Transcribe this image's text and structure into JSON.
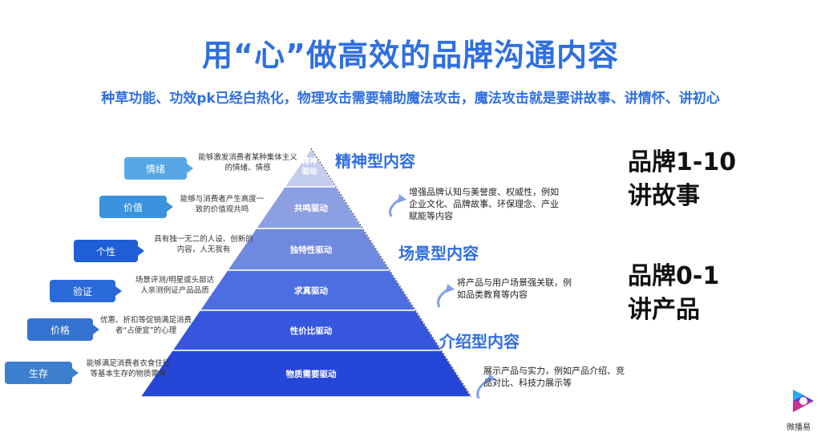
{
  "title": "用“心”做高效的品牌沟通内容",
  "subtitle": "种草功能、功效pk已经白热化，物理攻击需要辅助魔法攻击，魔法攻击就是要讲故事、讲情怀、讲初心",
  "levels": [
    {
      "label": "精神\n驱动",
      "tag": "情绪",
      "desc": "能够激发消费者某种集体主义的情绪、情感"
    },
    {
      "label": "共鸣驱动",
      "tag": "价值",
      "desc": "能够与消费者产生高度一致的价值观共鸣"
    },
    {
      "label": "独特性驱动",
      "tag": "个性",
      "desc": "具有独一无二的人设、创新的内容，人无我有"
    },
    {
      "label": "求真驱动",
      "tag": "验证",
      "desc": "场景评测/明星或头部达人亲测例证产品品质"
    },
    {
      "label": "性价比驱动",
      "tag": "价格",
      "desc": "优惠、折扣等促销满足消费者“占便宜”的心理"
    },
    {
      "label": "物质需要驱动",
      "tag": "生存",
      "desc": "能够满足消费者衣食住行等基本生存的物质需求"
    }
  ],
  "categories": [
    {
      "head": "精神型内容",
      "desc": "增强品牌认知与美誉度、权威性，例如企业文化、品牌故事、环保理念、产业赋能等内容"
    },
    {
      "head": "场景型内容",
      "desc": "将产品与用户场景强关联，例如品类教育等内容"
    },
    {
      "head": "介绍型内容",
      "desc": "展示产品与实力，例如产品介绍、竞品对比、科技力展示等"
    }
  ],
  "right_top": {
    "line1": "品牌1-10",
    "line2": "讲故事"
  },
  "right_bottom": {
    "line1": "品牌0-1",
    "line2": "讲产品"
  },
  "logo": "微播易",
  "colors": {
    "title": "#2f6fe0",
    "tiers": [
      "#c3cdee",
      "#8aa0e3",
      "#6f88e0",
      "#4d6ee0",
      "#3556dd",
      "#2546d6"
    ],
    "tags": [
      "#56a7e4",
      "#3a93dc",
      "#1f5ed6",
      "#2a6ad8",
      "#3473d0",
      "#3d7fcf"
    ]
  }
}
